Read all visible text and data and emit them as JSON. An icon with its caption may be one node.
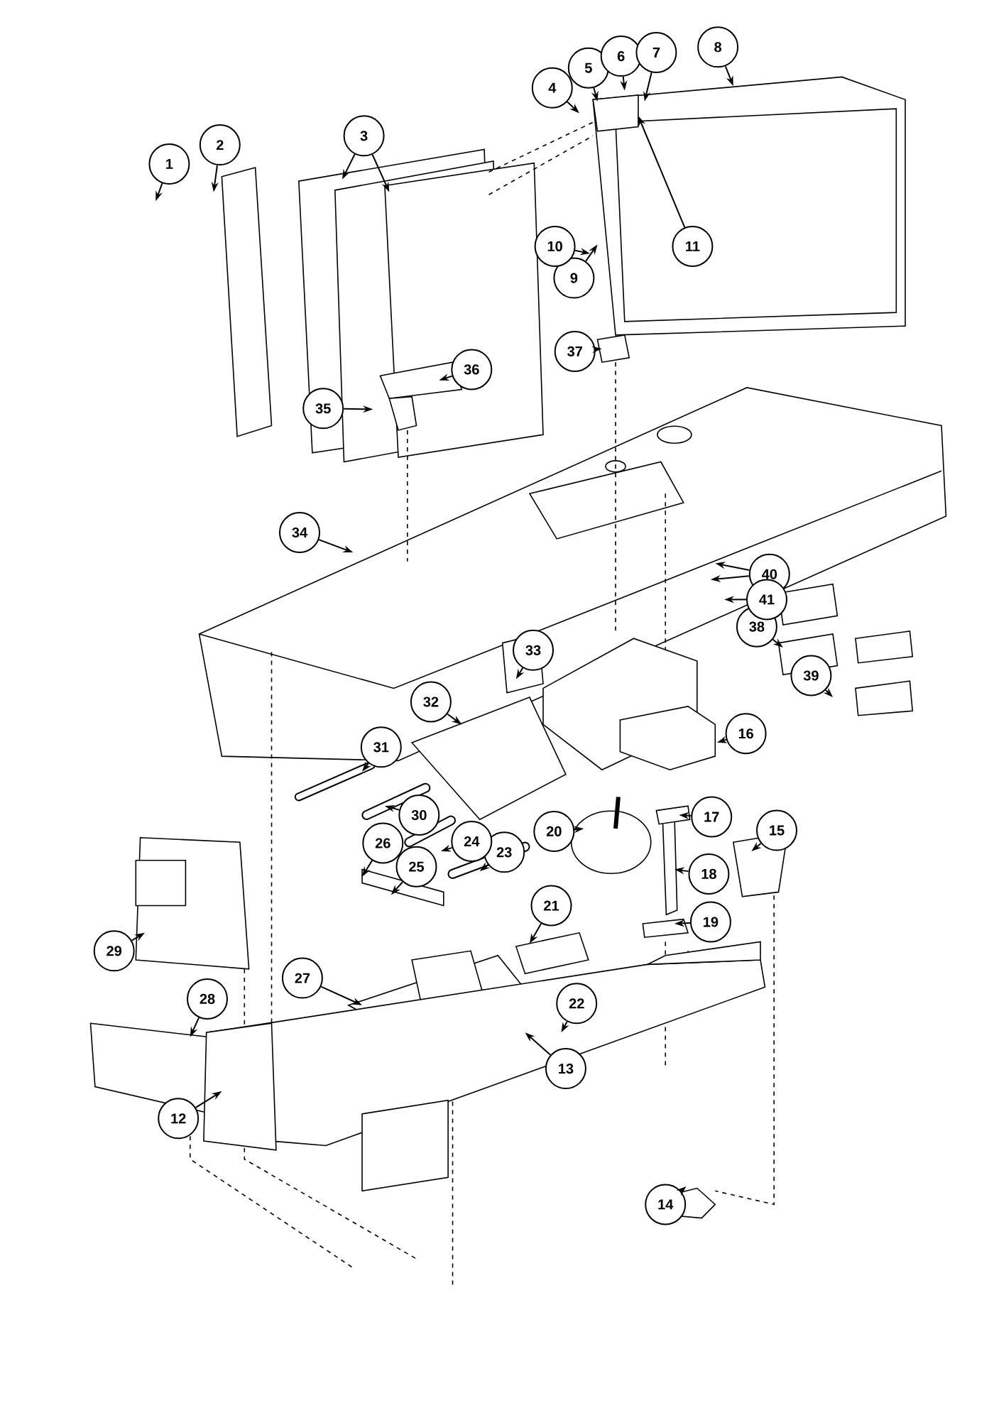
{
  "diagram": {
    "nodes": [
      {
        "text": [
          "1"
        ]
      },
      {
        "text": [
          "2"
        ]
      },
      {
        "text": [
          "3"
        ]
      },
      {
        "text": [
          "4"
        ]
      },
      {
        "text": [
          "5"
        ]
      },
      {
        "text": [
          "6"
        ]
      },
      {
        "text": [
          "7"
        ]
      },
      {
        "text": [
          "8"
        ]
      },
      {
        "text": [
          "9"
        ]
      },
      {
        "text": [
          "10"
        ]
      },
      {
        "text": [
          "11"
        ]
      },
      {
        "text": [
          "12"
        ]
      },
      {
        "text": [
          "13"
        ]
      },
      {
        "text": [
          "14"
        ]
      },
      {
        "text": [
          "15"
        ]
      },
      {
        "text": [
          "16"
        ]
      },
      {
        "text": [
          "17"
        ]
      },
      {
        "text": [
          "18"
        ]
      },
      {
        "text": [
          "19"
        ]
      },
      {
        "text": [
          "20"
        ]
      },
      {
        "text": [
          "21"
        ]
      },
      {
        "text": [
          "22"
        ]
      },
      {
        "text": [
          "23"
        ]
      },
      {
        "text": [
          "24"
        ]
      },
      {
        "text": [
          "25"
        ]
      },
      {
        "text": [
          "26"
        ]
      },
      {
        "text": [
          "27"
        ]
      },
      {
        "text": [
          "28"
        ]
      },
      {
        "text": [
          "29"
        ]
      },
      {
        "text": [
          "30"
        ]
      },
      {
        "text": [
          "31"
        ]
      },
      {
        "text": [
          "32"
        ]
      },
      {
        "text": [
          "33"
        ]
      },
      {
        "text": [
          "34"
        ]
      },
      {
        "text": [
          "35"
        ]
      },
      {
        "text": [
          "36"
        ]
      },
      {
        "text": [
          "37"
        ]
      },
      {
        "text": [
          "38"
        ]
      },
      {
        "text": [
          "39"
        ]
      },
      {
        "text": [
          "40"
        ]
      },
      {
        "text": [
          "41"
        ]
      }
    ],
    "edges": [
      {
        "from": 0,
        "to": null,
        "arrow": "to"
      },
      {
        "from": 1,
        "to": null,
        "arrow": "to"
      },
      {
        "from": 2,
        "to": null,
        "arrow": "to"
      },
      {
        "from": 2,
        "to": null,
        "arrow": "to"
      },
      {
        "from": 3,
        "to": null,
        "arrow": "to"
      },
      {
        "from": 4,
        "to": null,
        "arrow": "to"
      },
      {
        "from": 5,
        "to": null,
        "arrow": "to"
      },
      {
        "from": 6,
        "to": null,
        "arrow": "to"
      },
      {
        "from": 7,
        "to": null,
        "arrow": "to"
      },
      {
        "from": 8,
        "to": null,
        "arrow": "to"
      },
      {
        "from": 9,
        "to": null,
        "arrow": "to"
      },
      {
        "from": 10,
        "to": null,
        "arrow": "to"
      },
      {
        "from": 11,
        "to": null,
        "arrow": "to"
      },
      {
        "from": 12,
        "to": null,
        "arrow": "to"
      },
      {
        "from": 13,
        "to": null,
        "arrow": "to"
      },
      {
        "from": 14,
        "to": null,
        "arrow": "to"
      },
      {
        "from": 15,
        "to": null,
        "arrow": "to"
      },
      {
        "from": 16,
        "to": null,
        "arrow": "to"
      },
      {
        "from": 17,
        "to": null,
        "arrow": "to"
      },
      {
        "from": 18,
        "to": null,
        "arrow": "to"
      },
      {
        "from": 19,
        "to": null,
        "arrow": "to"
      },
      {
        "from": 20,
        "to": null,
        "arrow": "to"
      },
      {
        "from": 21,
        "to": null,
        "arrow": "to"
      },
      {
        "from": 22,
        "to": null,
        "arrow": "to"
      },
      {
        "from": 23,
        "to": null,
        "arrow": "to"
      },
      {
        "from": 24,
        "to": null,
        "arrow": "to"
      },
      {
        "from": 25,
        "to": null,
        "arrow": "to"
      },
      {
        "from": 26,
        "to": null,
        "arrow": "to"
      },
      {
        "from": 27,
        "to": null,
        "arrow": "to"
      },
      {
        "from": 28,
        "to": null,
        "arrow": "to"
      },
      {
        "from": 29,
        "to": null,
        "arrow": "to"
      },
      {
        "from": 30,
        "to": null,
        "arrow": "to"
      },
      {
        "from": 31,
        "to": null,
        "arrow": "to"
      },
      {
        "from": 32,
        "to": null,
        "arrow": "to"
      },
      {
        "from": 33,
        "to": null,
        "arrow": "to"
      },
      {
        "from": 34,
        "to": null,
        "arrow": "to"
      },
      {
        "from": 35,
        "to": null,
        "arrow": "to"
      },
      {
        "from": 36,
        "to": null,
        "arrow": "to"
      },
      {
        "from": 37,
        "to": null,
        "arrow": "to"
      },
      {
        "from": 38,
        "to": null,
        "arrow": "to"
      },
      {
        "from": 39,
        "to": null,
        "arrow": "to"
      },
      {
        "from": 39,
        "to": null,
        "arrow": "to"
      },
      {
        "from": 40,
        "to": null,
        "arrow": "to"
      }
    ]
  }
}
